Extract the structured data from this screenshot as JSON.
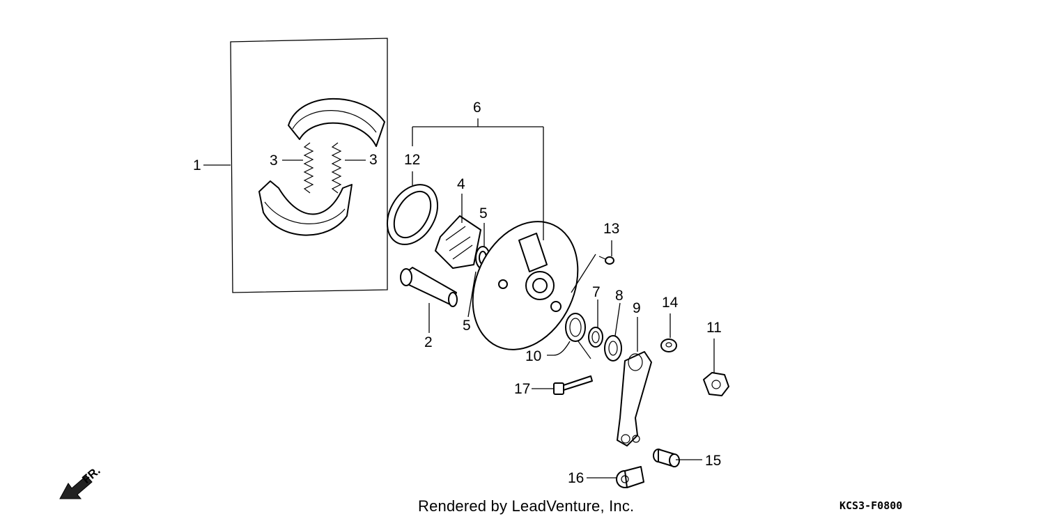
{
  "credit": "Rendered by LeadVenture, Inc.",
  "diagram_code": "KCS3-F0800",
  "direction_label": "FR.",
  "callouts": [
    "1",
    "2",
    "3",
    "3",
    "4",
    "5",
    "5",
    "6",
    "7",
    "8",
    "9",
    "10",
    "11",
    "12",
    "13",
    "14",
    "15",
    "16",
    "17"
  ]
}
